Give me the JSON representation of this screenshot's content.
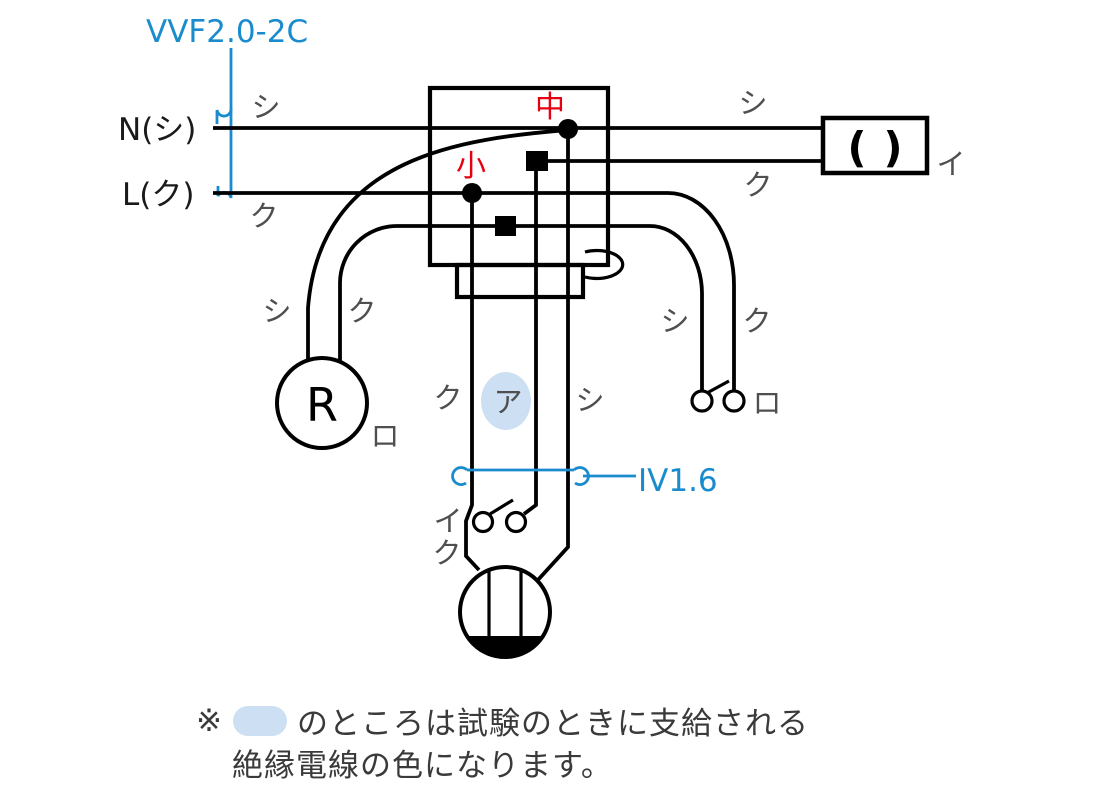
{
  "colors": {
    "line_black": "#000000",
    "accent_blue": "#1a8ccd",
    "highlight_blue": "#ccdff3",
    "sleeve_red": "#e60012",
    "label_gray": "#4f4f4f"
  },
  "cables": {
    "source_cable_label": "VVF2.0-2C",
    "conduit_wire_label": "IV1.6"
  },
  "source": {
    "neutral_label": "N(シ)",
    "live_label": "L(ク)"
  },
  "junction_sleeves": {
    "medium_sleeve": "中",
    "small_sleeve": "小"
  },
  "devices": {
    "receptacle_letter": "R",
    "omitted_fixture_open_paren": "(",
    "omitted_fixture_close_paren": ")"
  },
  "wire_labels": {
    "source_neutral": "シ",
    "source_live": "ク",
    "fixture_neutral": "シ",
    "fixture_switched": "ク",
    "fixture_circuit": "イ",
    "receptacle_neutral": "シ",
    "receptacle_switched": "ク",
    "receptacle_circuit": "ロ",
    "right_switch_return": "シ",
    "right_switch_feed": "ク",
    "right_switch_circuit": "ロ",
    "conduit_feed": "ク",
    "conduit_given_color": "ア",
    "conduit_neutral": "シ",
    "bottom_switch_circuit": "イ",
    "bottom_switch_feed": "ク"
  },
  "note": {
    "mark": "※",
    "line1": "のところは試験のときに支給される",
    "line2": "絶縁電線の色になります。"
  }
}
